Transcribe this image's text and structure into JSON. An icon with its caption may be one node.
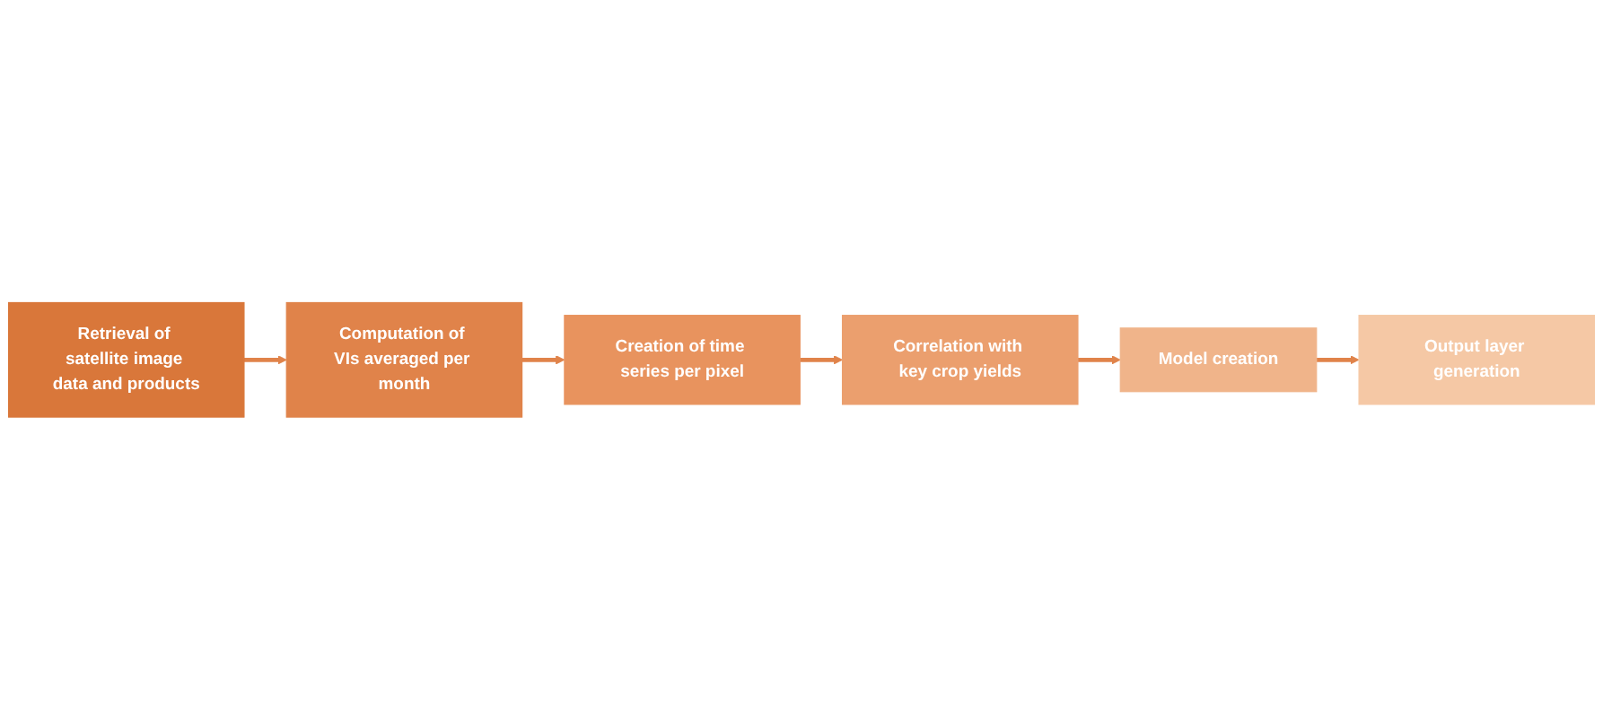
{
  "diagram": {
    "nodes": [
      {
        "text": [
          "Retrieval of satellite image data and products"
        ]
      },
      {
        "text": [
          "Computation of VIs averaged per month"
        ]
      },
      {
        "text": [
          "Creation of time series per pixel"
        ]
      },
      {
        "text": [
          "Correlation with key crop yields"
        ]
      },
      {
        "text": [
          "Model creation"
        ]
      },
      {
        "text": [
          "Output layer generation"
        ]
      }
    ],
    "edges": [
      {
        "from": 0,
        "to": 1,
        "arrow": "to"
      },
      {
        "from": 1,
        "to": 2,
        "arrow": "to"
      },
      {
        "from": 2,
        "to": 3,
        "arrow": "to"
      },
      {
        "from": 3,
        "to": 4,
        "arrow": "to"
      },
      {
        "from": 4,
        "to": 5,
        "arrow": "to"
      }
    ]
  }
}
